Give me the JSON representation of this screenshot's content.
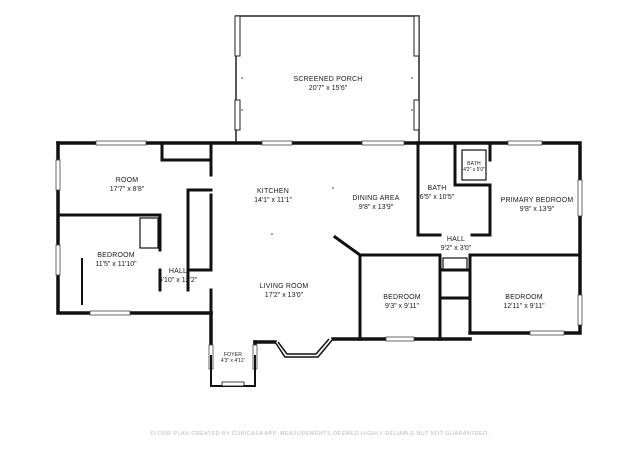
{
  "rooms": {
    "screened_porch": {
      "name": "SCREENED PORCH",
      "dims": "20'7\" x 15'6\""
    },
    "room": {
      "name": "ROOM",
      "dims": "17'7\" x 8'8\""
    },
    "kitchen": {
      "name": "KITCHEN",
      "dims": "14'1\" x 11'1\""
    },
    "dining_area": {
      "name": "DINING AREA",
      "dims": "9'8\" x 13'9\""
    },
    "bath_small": {
      "name": "BATH",
      "dims": "4'2\" x 5'0\""
    },
    "bath": {
      "name": "BATH",
      "dims": "6'5\" x 10'5\""
    },
    "primary_bedroom": {
      "name": "PRIMARY BEDROOM",
      "dims": "9'8\" x 13'9\""
    },
    "bedroom_left": {
      "name": "BEDROOM",
      "dims": "11'5\" x 11'10\""
    },
    "hall_left": {
      "name": "HALL",
      "dims": "5'10\" x 12'2\""
    },
    "hall_right": {
      "name": "HALL",
      "dims": "9'2\" x 3'0\""
    },
    "living_room": {
      "name": "LIVING ROOM",
      "dims": "17'2\" x 13'0\""
    },
    "bedroom_mid": {
      "name": "BEDROOM",
      "dims": "9'3\" x 9'11\""
    },
    "bedroom_right": {
      "name": "BEDROOM",
      "dims": "12'11\" x 9'11\""
    },
    "foyer": {
      "name": "FOYER",
      "dims": "4'3\" x 4'11\""
    }
  },
  "footer": "FLOOR PLAN CREATED BY CUBICASA APP. MEASUREMENTS DEEMED HIGHLY RELIABLE BUT NOT GUARANTEED."
}
